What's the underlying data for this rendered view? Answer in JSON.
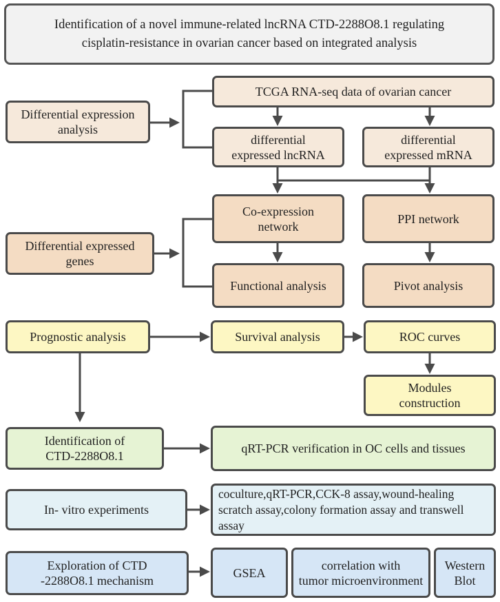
{
  "title": "Identification of a novel immune-related lncRNA CTD-2288O8.1 regulating\ncisplatin-resistance in ovarian cancer based on integrated analysis",
  "section1": {
    "left": "Differential expression\nanalysis",
    "tcga": "TCGA RNA-seq data of ovarian cancer",
    "lncrna": "differential\nexpressed lncRNA",
    "mrna": "differential\nexpressed mRNA"
  },
  "section2": {
    "left": "Differential expressed\ngenes",
    "coexp": "Co-expression\nnetwork",
    "ppi": "PPI network",
    "functional": "Functional analysis",
    "pivot": "Pivot analysis"
  },
  "section3": {
    "left": "Prognostic analysis",
    "survival": "Survival analysis",
    "roc": "ROC curves",
    "modules": "Modules\nconstruction"
  },
  "section4": {
    "left": "Identification of\nCTD-2288O8.1",
    "qrtpcr": "qRT-PCR verification in OC cells and tissues"
  },
  "section5": {
    "left": "In- vitro experiments",
    "assays": "coculture,qRT-PCR,CCK-8 assay,wound-healing\nscratch assay,colony formation assay and transwell\nassay"
  },
  "section6": {
    "left": "Exploration of CTD\n-2288O8.1 mechanism",
    "gsea": "GSEA",
    "correlation": "correlation with\ntumor microenvironment",
    "western": "Western\nBlot"
  },
  "colors": {
    "title_bg": "#f2f2f2",
    "beige": "#f6e9db",
    "tan": "#f4dcc3",
    "yellow": "#fdf7c3",
    "green": "#e6f3d4",
    "light_blue": "#e4f1f6",
    "blue": "#d6e6f6",
    "border": "#4a4a4a"
  }
}
